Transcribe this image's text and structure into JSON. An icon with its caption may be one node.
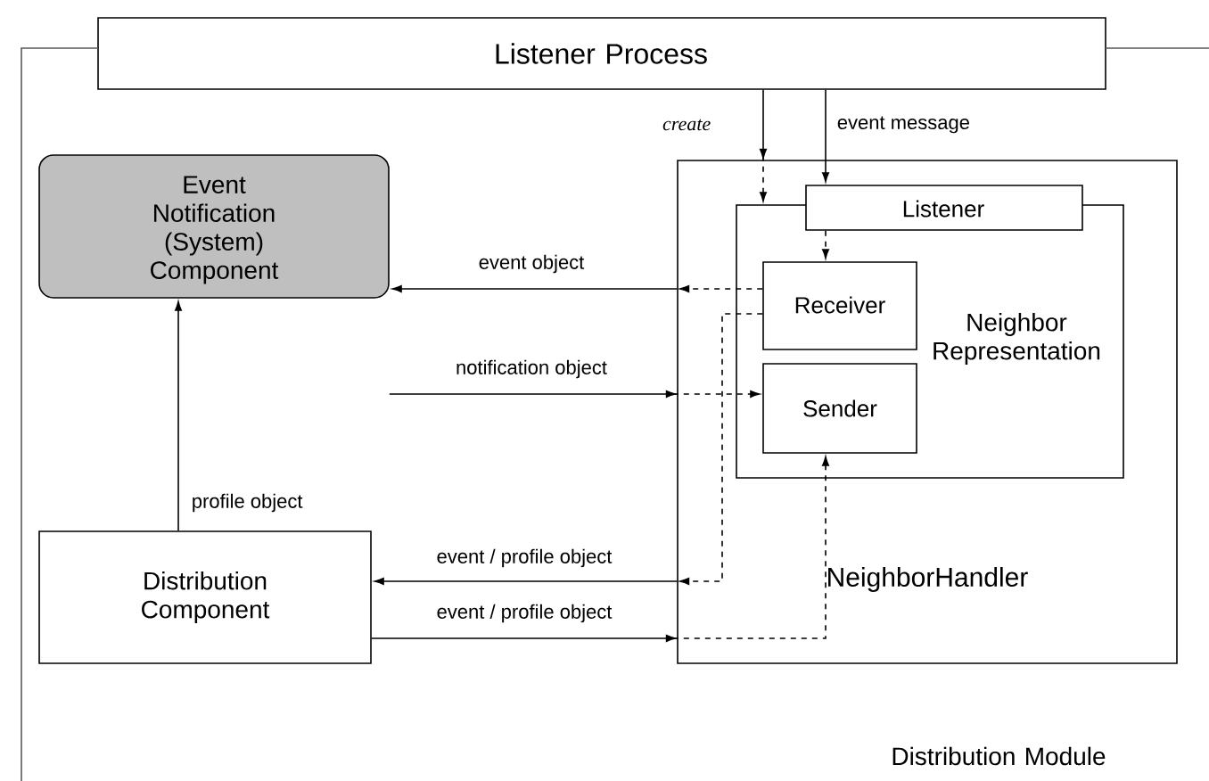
{
  "diagram": {
    "nodes": [
      {
        "text": [
          "Listener Process"
        ]
      },
      {
        "text": [
          "Distribution Module"
        ]
      },
      {
        "text": [
          "Event Notification (System) Component"
        ],
        "in": 1
      },
      {
        "text": [
          "Distribution Component"
        ],
        "in": 1
      },
      {
        "text": [
          "NeighborHandler"
        ],
        "in": 1
      },
      {
        "text": [
          "Neighbor Representation"
        ],
        "in": 4
      },
      {
        "text": [
          "Listener"
        ],
        "in": 4
      },
      {
        "text": [
          "Receiver"
        ],
        "in": 5
      },
      {
        "text": [
          "Sender"
        ],
        "in": 5
      }
    ],
    "edges": [
      {
        "from": 0,
        "to": 5,
        "arrow": "to",
        "label": "create",
        "style": "dashed"
      },
      {
        "from": 0,
        "to": 6,
        "arrow": "to",
        "label": "event message"
      },
      {
        "from": 6,
        "to": 7,
        "arrow": "to",
        "style": "dashed"
      },
      {
        "from": 7,
        "to": 2,
        "arrow": "to",
        "label": "event object",
        "style": "dashed"
      },
      {
        "from": 2,
        "to": 8,
        "arrow": "to",
        "label": "notification object",
        "style": "dashed"
      },
      {
        "from": 7,
        "to": 3,
        "arrow": "to",
        "label": "event / profile object",
        "style": "dashed"
      },
      {
        "from": 3,
        "to": 8,
        "arrow": "to",
        "label": "event / profile object",
        "style": "dashed"
      },
      {
        "from": 3,
        "to": 2,
        "arrow": "to",
        "label": "profile object"
      }
    ]
  }
}
